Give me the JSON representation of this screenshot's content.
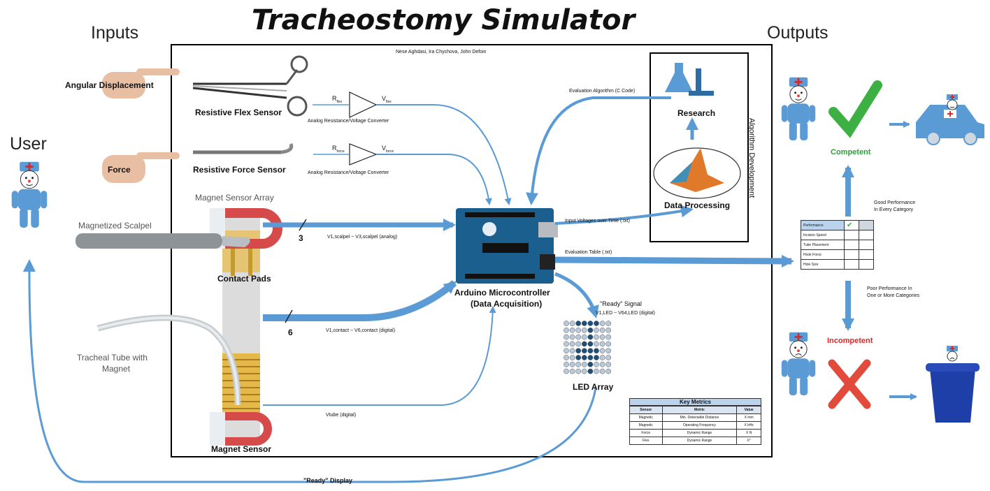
{
  "title": "Tracheostomy Simulator",
  "authors": "Nese Aghdasi, Ira Chychova, John Defoin",
  "headers": {
    "inputs": "Inputs",
    "outputs": "Outputs",
    "user": "User"
  },
  "inputs": {
    "angular_displacement": "Angular Displacement",
    "force": "Force",
    "magnetized_scalpel": "Magnetized Scalpel",
    "tracheal_tube": [
      "Tracheal Tube with",
      "Magnet"
    ]
  },
  "sensors": {
    "flex": "Resistive Flex Sensor",
    "force": "Resistive Force Sensor",
    "magnet_array": "Magnet Sensor Array",
    "contact_pads": "Contact Pads",
    "magnet_sensor": "Magnet Sensor"
  },
  "converters": {
    "label": "Analog Resistance/Voltage Converter",
    "r_flex": "R",
    "r_flex_sub": "flex",
    "v_flex": "V",
    "v_flex_sub": "flex",
    "r_force": "R",
    "r_force_sub": "force",
    "v_force": "V",
    "v_force_sub": "force"
  },
  "signals": {
    "bus3_count": "3",
    "bus3_label": "V1,scalpel ~ V3,scalpel (analog)",
    "bus6_count": "6",
    "bus6_label": "V1,contact ~ V6,contact (digital)",
    "tube_label": "Vtube (digital)",
    "input_voltages": "Input Voltages over Time (.txt)",
    "evaluation_table": "Evaluation Table (.txt)",
    "evaluation_algorithm": "Evaluation Algorithm (C Code)",
    "ready_signal": "\"Ready\" Signal",
    "ready_signal_sub": "V1,LED ~ V64,LED (digital)",
    "ready_display": "\"Ready\" Display"
  },
  "arduino": {
    "line1": "Arduino Microcontroller",
    "line2": "(Data Acquisition)"
  },
  "led_array": "LED Array",
  "algorithm": {
    "research": "Research",
    "data_processing": "Data Processing",
    "vertical_label": "Algorithm Development"
  },
  "evaluation_rows": [
    "Performance",
    "Incision Speed",
    "Tube Placement",
    "Hook Force",
    "Hole Size"
  ],
  "outcomes": {
    "competent": "Competent",
    "incompetent": "Incompetent",
    "good": [
      "Good Performance",
      "In Every Category"
    ],
    "poor": [
      "Poor Performance In",
      "One or More Categories"
    ]
  },
  "key_metrics": {
    "title": "Key Metrics",
    "columns": [
      "Sensor",
      "Metric",
      "Value"
    ],
    "rows": [
      [
        "Magnetic",
        "Min. Detectable Distance",
        "X mm"
      ],
      [
        "Magnetic",
        "Operating Frequency",
        "X kHz"
      ],
      [
        "Force",
        "Dynamic Range",
        "X N"
      ],
      [
        "Flex",
        "Dynamic Range",
        "X°"
      ]
    ]
  },
  "colors": {
    "arrow_blue": "#5b9bd5",
    "check_green": "#3cb043",
    "cross_red": "#e24b3b",
    "competent_green": "#2e9e3a",
    "incompetent_red": "#d9282a",
    "board_blue": "#1b5f8f",
    "magnet_red": "#d64a4a"
  },
  "icons": [
    "pointing-hand-icon",
    "forceps-icon",
    "scalpel-icon",
    "tube-icon",
    "magnet-icon",
    "flask-microscope-icon",
    "matlab-surface-icon",
    "cloud-icon",
    "doctor-icon",
    "checkmark-icon",
    "cross-icon",
    "car-icon",
    "trash-can-icon"
  ]
}
